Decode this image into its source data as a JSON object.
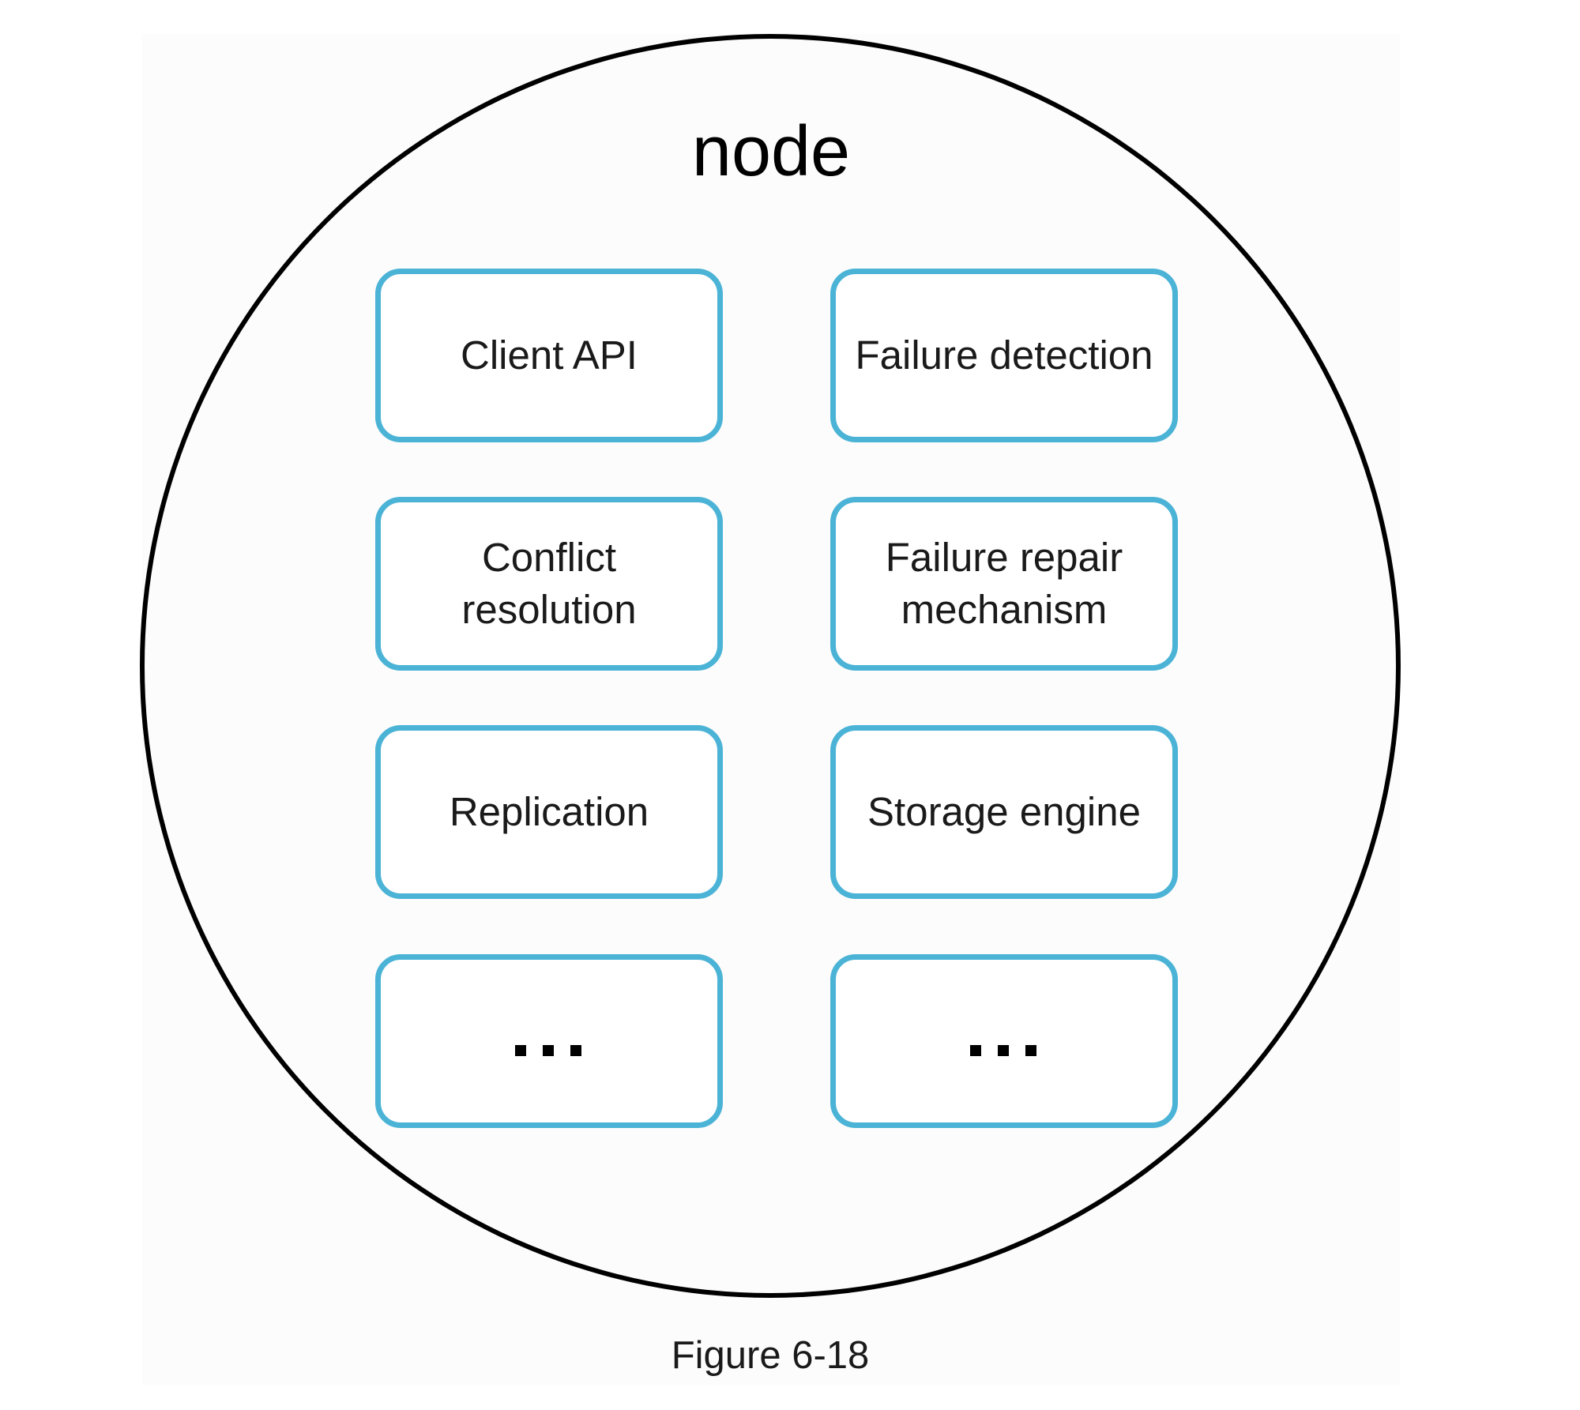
{
  "diagram": {
    "title": "node",
    "caption": "Figure 6-18",
    "colors": {
      "component_border": "#4bb3d6",
      "circle_stroke": "#000000",
      "text": "#1a1a1a",
      "panel_background": "#fcfcfc"
    },
    "components": [
      {
        "label": "Client API",
        "is_ellipsis": false
      },
      {
        "label": "Failure detection",
        "is_ellipsis": false
      },
      {
        "label": "Conflict\nresolution",
        "is_ellipsis": false
      },
      {
        "label": "Failure repair\nmechanism",
        "is_ellipsis": false
      },
      {
        "label": "Replication",
        "is_ellipsis": false
      },
      {
        "label": "Storage engine",
        "is_ellipsis": false
      },
      {
        "label": "...",
        "is_ellipsis": true
      },
      {
        "label": "...",
        "is_ellipsis": true
      }
    ]
  }
}
